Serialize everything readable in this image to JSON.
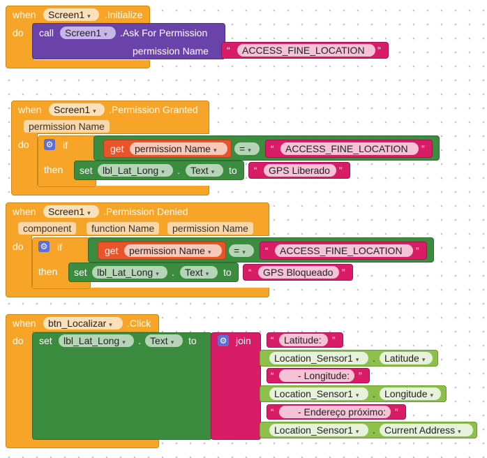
{
  "blocks": {
    "init": {
      "when": "when",
      "component": "Screen1",
      "event": ".Initialize",
      "do": "do",
      "call": "call",
      "call_component": "Screen1",
      "method": ".Ask For Permission",
      "arg_label": "permission Name",
      "arg_value": "ACCESS_FINE_LOCATION"
    },
    "granted": {
      "when": "when",
      "component": "Screen1",
      "event": ".Permission Granted",
      "param": "permission Name",
      "do": "do",
      "if": "if",
      "then": "then",
      "get": "get",
      "get_var": "permission Name",
      "op": "=",
      "compare_value": "ACCESS_FINE_LOCATION",
      "set": "set",
      "set_component": "lbl_Lat_Long",
      "dot": ".",
      "set_prop": "Text",
      "to": "to",
      "set_value": "GPS Liberado"
    },
    "denied": {
      "when": "when",
      "component": "Screen1",
      "event": ".Permission Denied",
      "params": [
        "component",
        "function Name",
        "permission Name"
      ],
      "do": "do",
      "if": "if",
      "then": "then",
      "get": "get",
      "get_var": "permission Name",
      "op": "=",
      "compare_value": "ACCESS_FINE_LOCATION",
      "set": "set",
      "set_component": "lbl_Lat_Long",
      "dot": ".",
      "set_prop": "Text",
      "to": "to",
      "set_value": "GPS Bloqueado"
    },
    "click": {
      "when": "when",
      "component": "btn_Localizar",
      "event": ".Click",
      "do": "do",
      "set": "set",
      "set_component": "lbl_Lat_Long",
      "dot": ".",
      "set_prop": "Text",
      "to": "to",
      "join": "join",
      "items": [
        {
          "kind": "text",
          "value": "Latitude:"
        },
        {
          "kind": "prop",
          "component": "Location_Sensor1",
          "prop": "Latitude"
        },
        {
          "kind": "text",
          "value": "- Longitude:"
        },
        {
          "kind": "prop",
          "component": "Location_Sensor1",
          "prop": "Longitude"
        },
        {
          "kind": "text",
          "value": "- Endereço próximo:"
        },
        {
          "kind": "prop",
          "component": "Location_Sensor1",
          "prop": "Current Address"
        }
      ]
    }
  },
  "icons": {
    "dropdown": "▾",
    "gear": "⚙",
    "quote_open": "“",
    "quote_close": "”"
  }
}
